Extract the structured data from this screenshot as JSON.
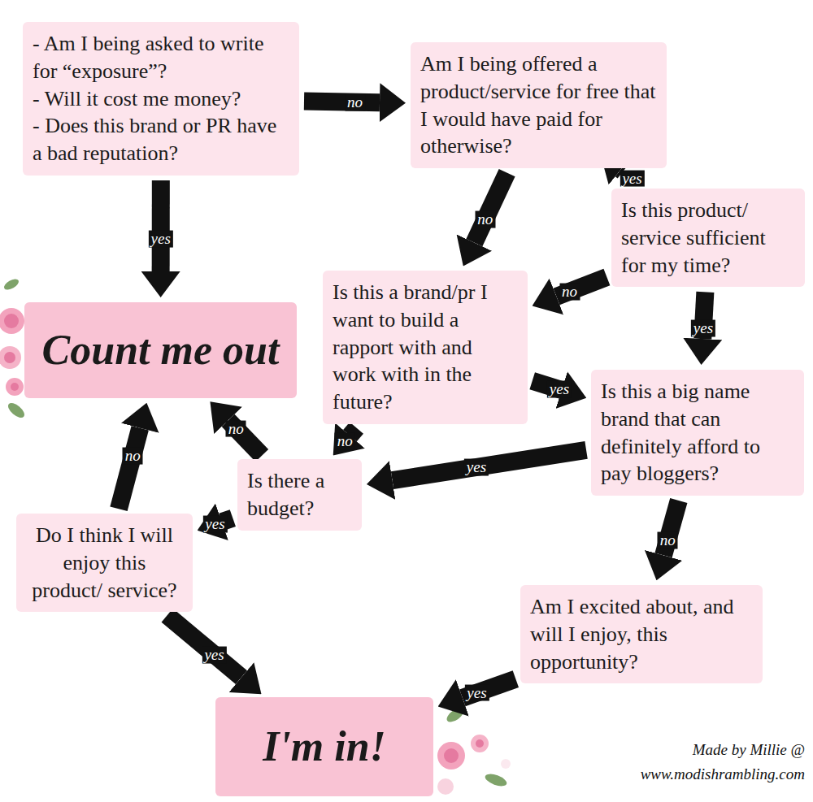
{
  "diagram": {
    "nodes": [
      {
        "text": [
          "- Am I being asked to write for “exposure”?",
          "- Will it cost me money?",
          "- Does this brand or PR have a bad reputation?"
        ]
      },
      {
        "text": [
          "Am I being offered a product/service for free that I would have paid for otherwise?"
        ]
      },
      {
        "text": [
          "Is this product/ service sufficient for my time?"
        ]
      },
      {
        "text": [
          "Count me out"
        ]
      },
      {
        "text": [
          "Is this a brand/pr I want to build a rapport with and work with in the future?"
        ]
      },
      {
        "text": [
          "Is this a big name brand that can definitely afford to pay bloggers?"
        ]
      },
      {
        "text": [
          "Is there a budget?"
        ]
      },
      {
        "text": [
          "Do I think I will enjoy this product/ service?"
        ]
      },
      {
        "text": [
          "Am I excited about, and will I enjoy, this opportunity?"
        ]
      },
      {
        "text": [
          "I'm in!"
        ]
      }
    ],
    "edges": [
      {
        "from": 0,
        "to": 3,
        "label": "yes",
        "arrow": "to"
      },
      {
        "from": 0,
        "to": 1,
        "label": "no",
        "arrow": "to"
      },
      {
        "from": 1,
        "to": 2,
        "label": "yes",
        "arrow": "to"
      },
      {
        "from": 1,
        "to": 4,
        "label": "no",
        "arrow": "to"
      },
      {
        "from": 2,
        "to": 4,
        "label": "no",
        "arrow": "to"
      },
      {
        "from": 2,
        "to": 5,
        "label": "yes",
        "arrow": "to"
      },
      {
        "from": 4,
        "to": 5,
        "label": "yes",
        "arrow": "to"
      },
      {
        "from": 4,
        "to": 6,
        "label": "no",
        "arrow": "to"
      },
      {
        "from": 5,
        "to": 6,
        "label": "yes",
        "arrow": "to"
      },
      {
        "from": 5,
        "to": 8,
        "label": "no",
        "arrow": "to"
      },
      {
        "from": 6,
        "to": 3,
        "label": "no",
        "arrow": "to"
      },
      {
        "from": 6,
        "to": 7,
        "label": "yes",
        "arrow": "to"
      },
      {
        "from": 7,
        "to": 3,
        "label": "no",
        "arrow": "to"
      },
      {
        "from": 7,
        "to": 9,
        "label": "yes",
        "arrow": "to"
      },
      {
        "from": 8,
        "to": 9,
        "label": "yes",
        "arrow": "to"
      }
    ],
    "labels": [
      "Made by Millie @",
      "www.modishrambling.com"
    ]
  }
}
